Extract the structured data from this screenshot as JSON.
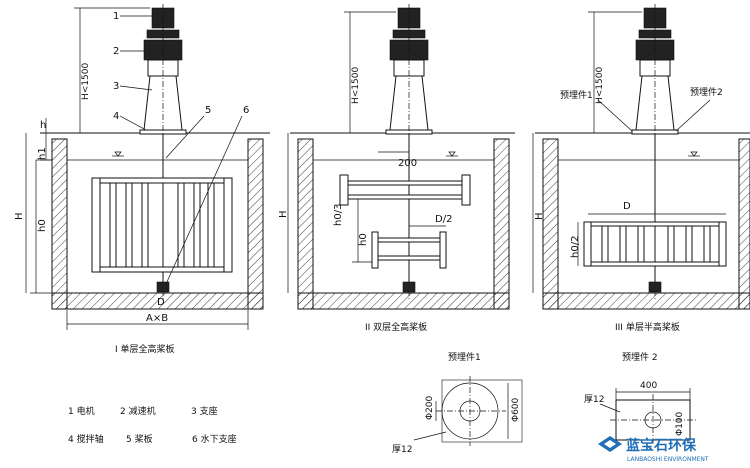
{
  "callouts": {
    "n1": "1",
    "n2": "2",
    "n3": "3",
    "n4": "4",
    "n5": "5",
    "n6": "6"
  },
  "dims": {
    "h_lt_1500": "H<1500",
    "h": "h",
    "h1": "h1",
    "H": "H",
    "h0": "h0",
    "D": "D",
    "AxB": "A×B",
    "h0_3": "h0/3",
    "D_2": "D/2",
    "p200": "200",
    "h0_2": "h0/2",
    "mount1": "预埋件1",
    "mount2": "预埋件2"
  },
  "captions": {
    "fig1": "I 单层全高桨板",
    "fig2": "II 双层全高桨板",
    "fig3": "III 单层半高桨板"
  },
  "legend": {
    "i1": "1 电机",
    "i2": "2  减速机",
    "i3": "3  支座",
    "i4": "4  搅拌轴",
    "i5": "5  桨板",
    "i6": "6  水下支座"
  },
  "embed1": {
    "title": "预埋件1",
    "d200": "Φ200",
    "d600": "Φ600",
    "thk": "厚12"
  },
  "embed2": {
    "title": "预埋件 2",
    "w400": "400",
    "d100": "Φ100",
    "thk": "厚12"
  },
  "watermark": {
    "cn": "蓝宝石环保",
    "en": "LANBAOSHI ENVIRONMENT",
    "color": "#1f6fb8"
  }
}
